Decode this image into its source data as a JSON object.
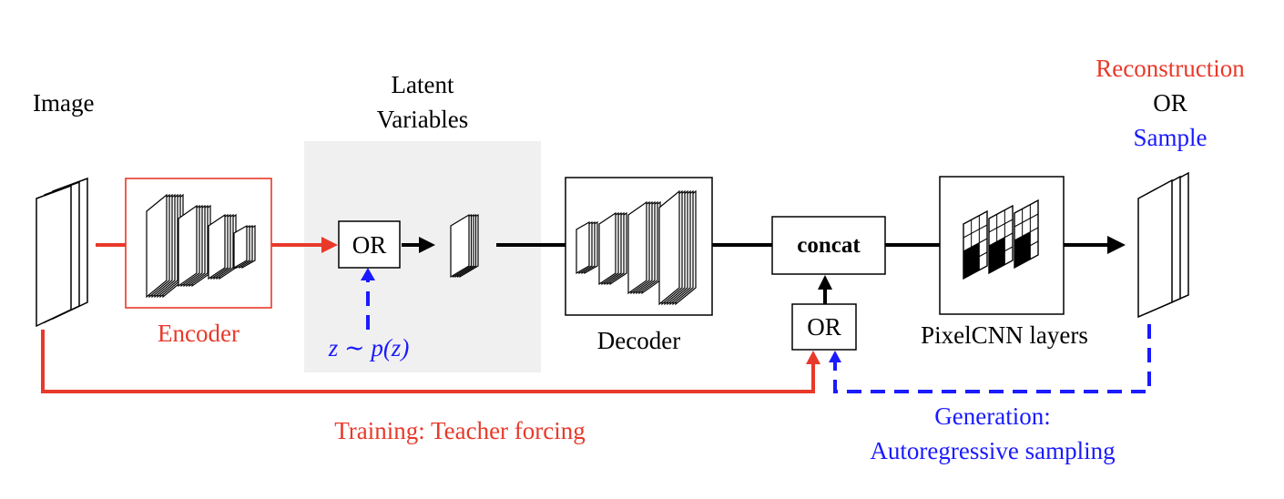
{
  "labels": {
    "image": "Image",
    "latent_line1": "Latent",
    "latent_line2": "Variables",
    "encoder": "Encoder",
    "decoder": "Decoder",
    "or_latent": "OR",
    "or_concat": "OR",
    "concat": "concat",
    "prior": "z ∼ p(z)",
    "pixelcnn": "PixelCNN layers",
    "output_line1": "Reconstruction",
    "output_line2": "OR",
    "output_line3": "Sample",
    "training": "Training: Teacher forcing",
    "generation_line1": "Generation:",
    "generation_line2": "Autoregressive sampling"
  },
  "colors": {
    "training": "#e8392a",
    "generation": "#1a1aff",
    "latent_region": "#f0f0f0",
    "line": "#000000"
  }
}
